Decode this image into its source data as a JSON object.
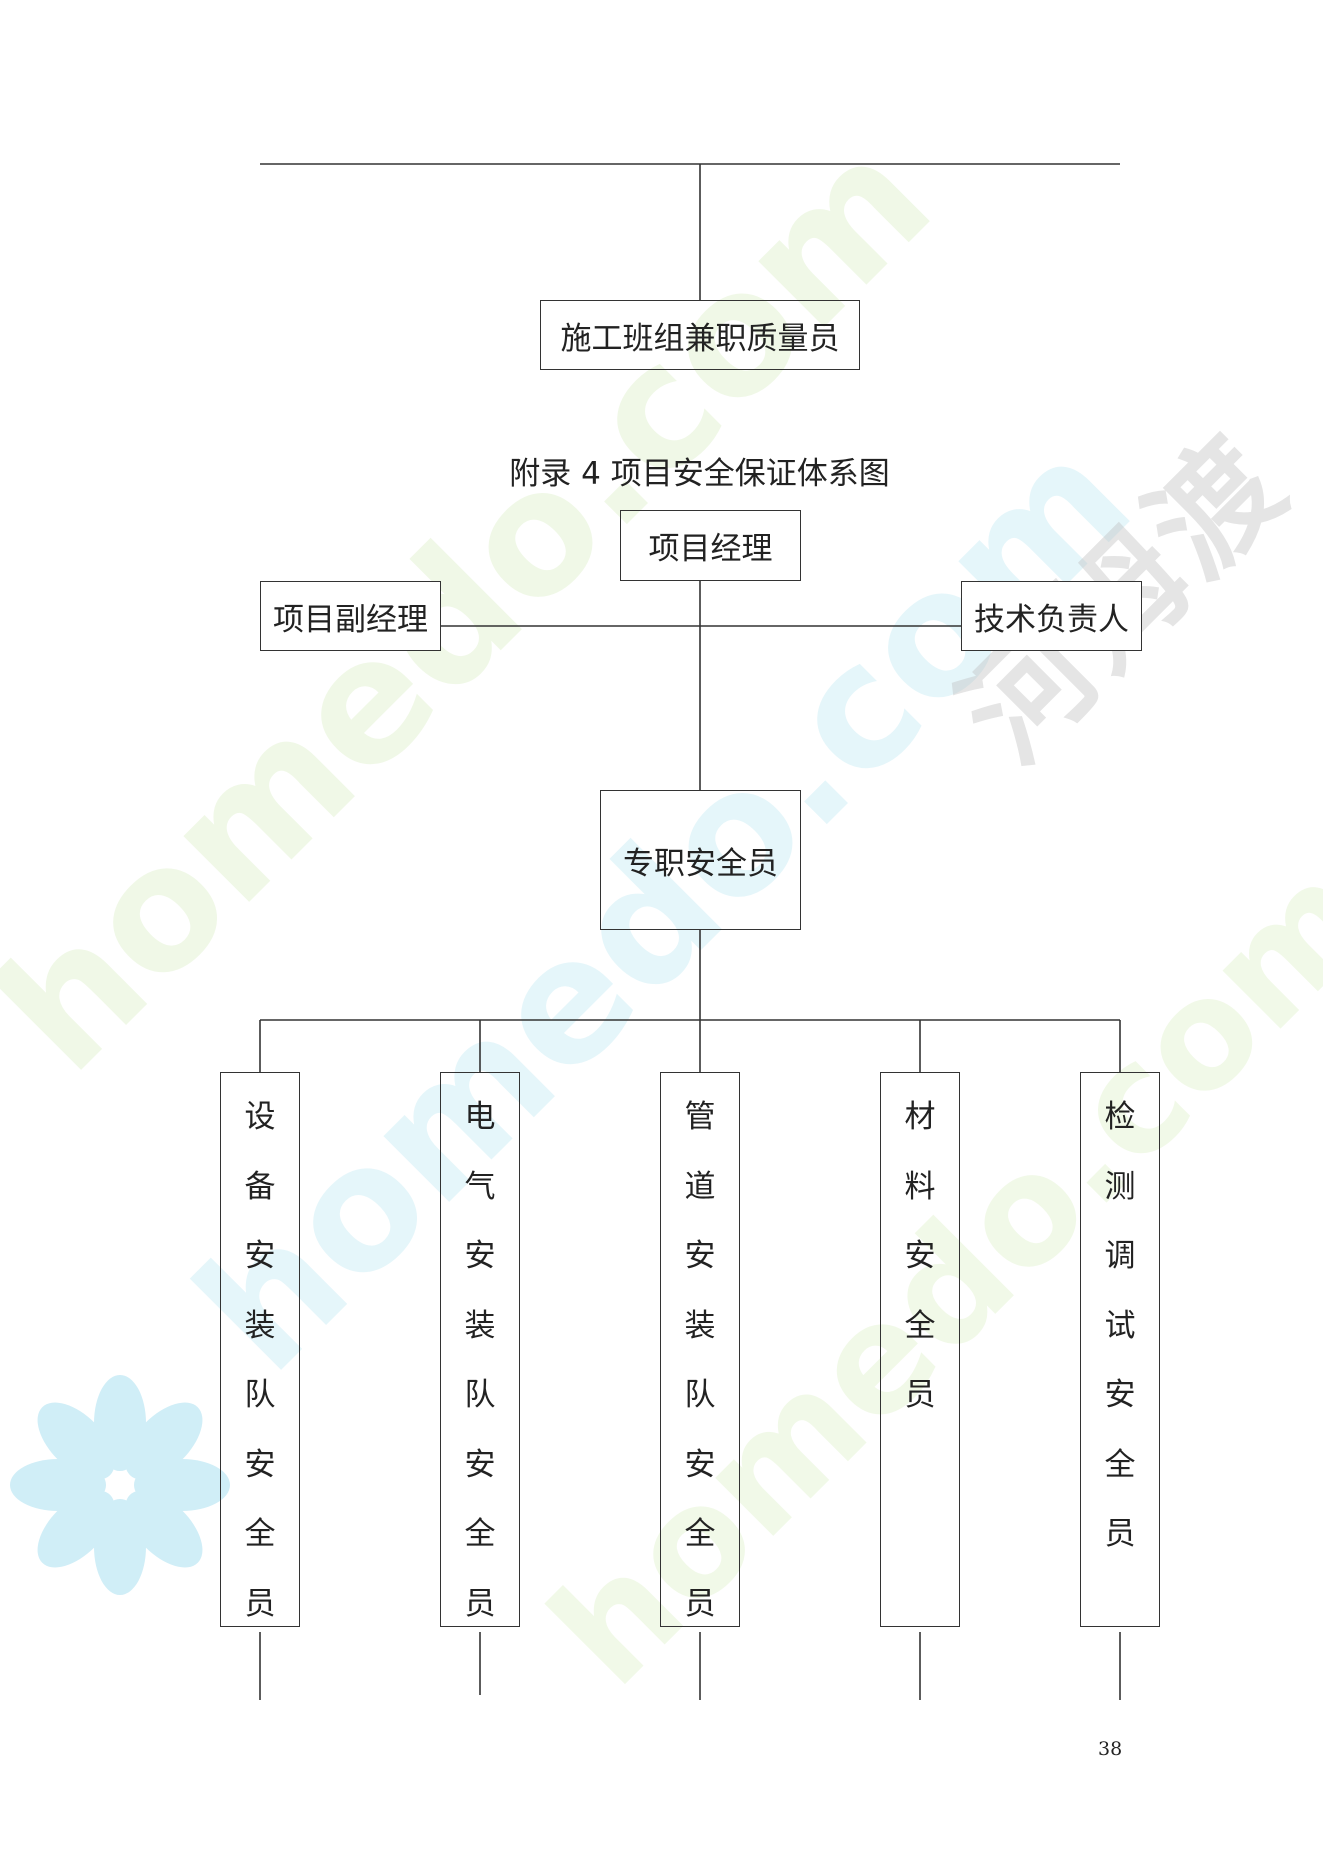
{
  "watermarks": {
    "site_1": "homedo.com",
    "site_2": "homedo.com",
    "site_3": "homedo.com",
    "brand": "河姆渡"
  },
  "top_box": "施工班组兼职质量员",
  "title": "附录 4 项目安全保证体系图",
  "nodes": {
    "manager": "项目经理",
    "deputy": "项目副经理",
    "tech_lead": "技术负责人",
    "safety_officer": "专职安全员"
  },
  "teams": [
    {
      "id": "equipment",
      "chars": [
        "设",
        "备",
        "安",
        "装",
        "队",
        "安",
        "全",
        "员"
      ]
    },
    {
      "id": "electrical",
      "chars": [
        "电",
        "气",
        "安",
        "装",
        "队",
        "安",
        "全",
        "员"
      ]
    },
    {
      "id": "pipeline",
      "chars": [
        "管",
        "道",
        "安",
        "装",
        "队",
        "安",
        "全",
        "员"
      ]
    },
    {
      "id": "material",
      "chars": [
        "材",
        "料",
        "安",
        "全",
        "员"
      ]
    },
    {
      "id": "testing",
      "chars": [
        "检",
        "测",
        "调",
        "试",
        "安",
        "全",
        "员"
      ]
    }
  ],
  "page_number": "38",
  "colors": {
    "line": "#333333",
    "text": "#222222"
  }
}
